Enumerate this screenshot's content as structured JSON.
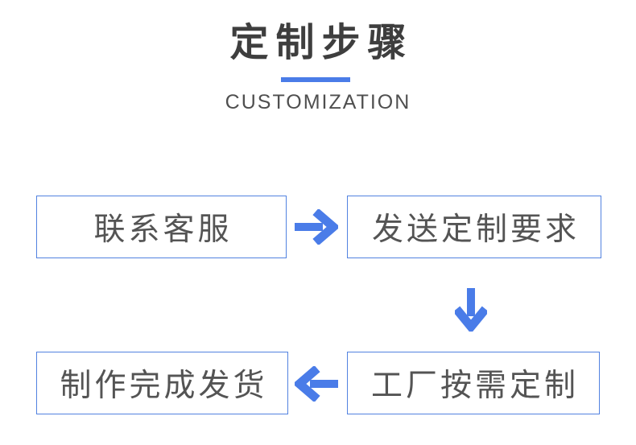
{
  "header": {
    "title": "定制步骤",
    "subtitle": "CUSTOMIZATION"
  },
  "flow": {
    "steps": [
      {
        "order": 1,
        "label": "联系客服"
      },
      {
        "order": 2,
        "label": "发送定制要求"
      },
      {
        "order": 3,
        "label": "工厂按需定制"
      },
      {
        "order": 4,
        "label": "制作完成发货"
      }
    ],
    "arrows": [
      {
        "direction": "right",
        "from": "联系客服",
        "to": "发送定制要求"
      },
      {
        "direction": "down",
        "from": "发送定制要求",
        "to": "工厂按需定制"
      },
      {
        "direction": "left",
        "from": "工厂按需定制",
        "to": "制作完成发货"
      }
    ]
  },
  "colors": {
    "accent": "#4a7ce8",
    "box_border": "#5282e0",
    "title_text": "#3e3e3e",
    "body_text": "#545454",
    "background": "#ffffff"
  }
}
